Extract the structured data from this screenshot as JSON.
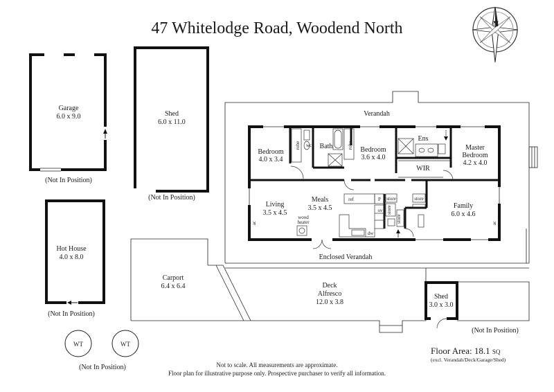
{
  "title": "47 Whitelodge Road, Woodend North",
  "compass": {
    "letter": "N",
    "icon": "north-arrow-compass-icon"
  },
  "buildings": {
    "garage": {
      "name": "Garage",
      "size": "6.0 x 9.0",
      "note": "(Not In Position)"
    },
    "shed_large": {
      "name": "Shed",
      "size": "6.0 x 11.0",
      "note": "(Not In Position)"
    },
    "hot_house": {
      "name": "Hot House",
      "size": "4.0 x 8.0",
      "note": "(Not In Position)"
    },
    "carport": {
      "name": "Carport",
      "size": "6.4 x 6.4"
    },
    "shed_small": {
      "name": "Shed",
      "size": "3.0 x 3.0",
      "note": "(Not In Position)"
    },
    "water_tanks": {
      "labels": [
        "WT",
        "WT"
      ],
      "note": "(Not In Position)"
    }
  },
  "house": {
    "verandah": "Verandah",
    "enclosed_verandah": "Enclosed Verandah",
    "deck": {
      "name": "Deck",
      "name2": "Alfresco",
      "size": "12.0 x 3.8"
    },
    "rooms": {
      "bedroom1": {
        "name": "Bedroom",
        "size": "4.0 x 3.4"
      },
      "bedroom2": {
        "name": "Bedroom",
        "size": "3.6 x 4.0"
      },
      "master": {
        "name": "Master",
        "name2": "Bedroom",
        "size": "4.2 x 4.0"
      },
      "living": {
        "name": "Living",
        "size": "3.5 x 4.5"
      },
      "meals": {
        "name": "Meals",
        "size": "3.5 x 4.5"
      },
      "family": {
        "name": "Family",
        "size": "6.0 x 4.6"
      },
      "bath": "Bath",
      "ens": "Ens",
      "wir": "WIR"
    },
    "labels": {
      "robe1": "robe",
      "robe2": "robe",
      "wc": "wc",
      "ref": "ref",
      "p": "P",
      "store1": "store",
      "store2": "store",
      "store3": "store",
      "store4": "store",
      "ov": "ov",
      "dw": "dw",
      "ac1": "ac",
      "ac2": "ac",
      "wood": "wood",
      "heater": "heater"
    }
  },
  "floor_area": {
    "label": "Floor Area: 18.1",
    "unit": "SQ",
    "excl": "(excl. Verandah/Deck/Garage/Shed)"
  },
  "disclaimer": {
    "line1": "Not to scale. All measurements are approximate.",
    "line2": "Floor plan for illustrative purpose only. Prospective purchaser to verify all information."
  }
}
